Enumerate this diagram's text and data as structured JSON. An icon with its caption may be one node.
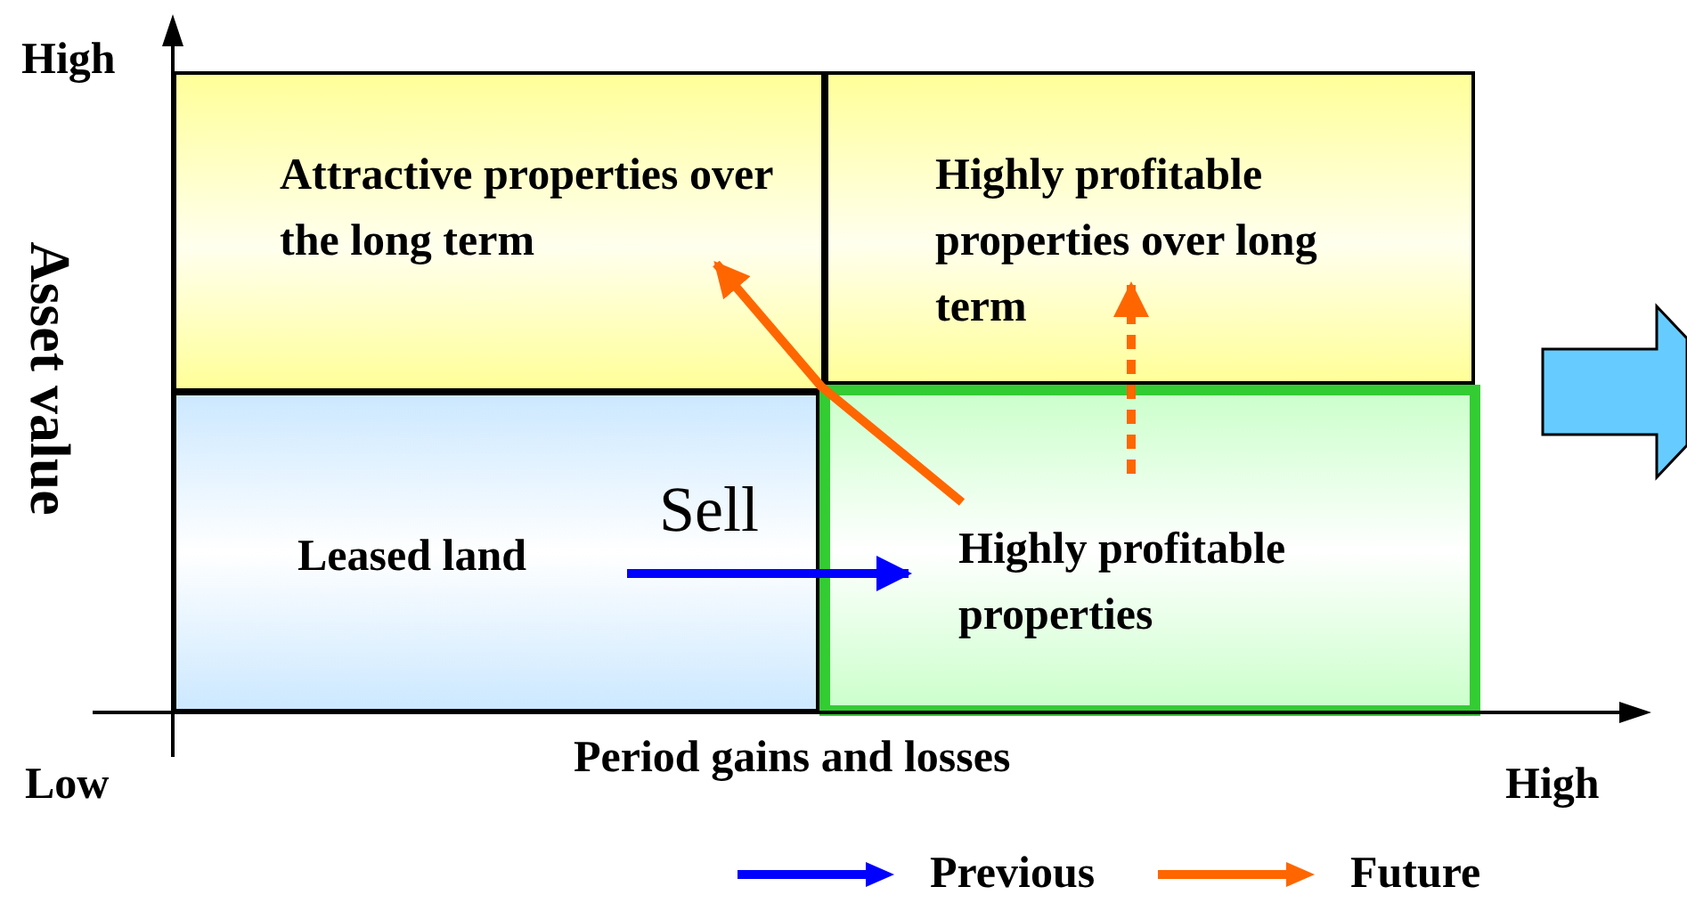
{
  "diagram": {
    "nodes": [
      {
        "text": [
          "Attractive properties over the long term"
        ]
      },
      {
        "text": [
          "Highly profitable properties over long term"
        ]
      },
      {
        "text": [
          "Leased land"
        ]
      },
      {
        "text": [
          "Highly profitable properties"
        ]
      }
    ],
    "edges": [
      {
        "from": 2,
        "to": 3,
        "arrow": "to",
        "label": "Sell",
        "color": "#0000ff"
      },
      {
        "from": 3,
        "to": 0,
        "arrow": "to",
        "color": "#ff6600"
      },
      {
        "from": 3,
        "to": 1,
        "arrow": "to",
        "style": "dashed",
        "color": "#ff6600"
      }
    ],
    "labels": [
      "High",
      "Asset value",
      "Low",
      "Period gains and losses",
      "High"
    ],
    "legend": [
      {
        "text": "Previous"
      },
      {
        "text": "Future"
      }
    ]
  }
}
